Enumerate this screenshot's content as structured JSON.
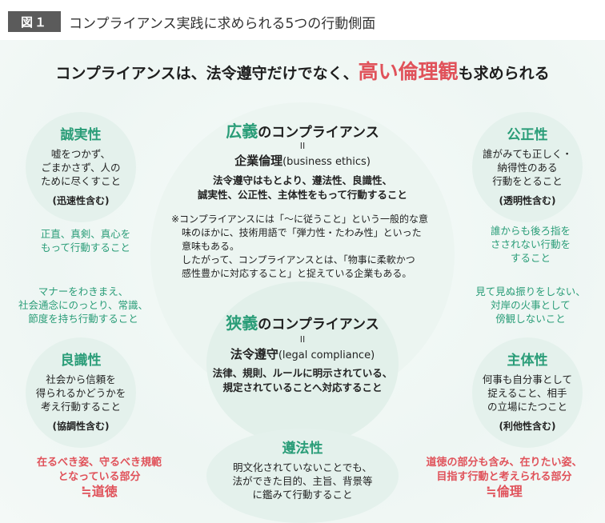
{
  "figure": {
    "label": "図１",
    "title": "コンプライアンス実践に求められる5つの行動側面"
  },
  "headline": {
    "pre": "コンプライアンスは、法令遵守だけでなく、",
    "highlight": "高い倫理観",
    "post": "も求められる"
  },
  "broad": {
    "accent": "広義",
    "title_rest": "のコンプライアンス",
    "equals": "II",
    "term": "企業倫理",
    "term_en": "(business ethics)",
    "desc": [
      "法令遵守はもとより、遵法性、良識性、",
      "誠実性、公正性、主体性をもって行動すること"
    ],
    "note": [
      "※コンプライアンスには「～に従うこと」という一般的な意",
      "味のほかに、技術用語で「弾力性・たわみ性」といった",
      "意味もある。",
      "したがって、コンプライアンスとは、「物事に柔軟かつ",
      "感性豊かに対応すること」と捉えている企業もある。"
    ]
  },
  "narrow": {
    "accent": "狭義",
    "title_rest": "のコンプライアンス",
    "equals": "II",
    "term": "法令遵守",
    "term_en": "(legal compliance)",
    "desc": [
      "法律、規則、ルールに明示されている、",
      "規定されていることへ対応すること"
    ]
  },
  "bubbles": {
    "integrity": {
      "title": "誠実性",
      "body": [
        "嘘をつかず、",
        "ごまかさず、人の",
        "ために尽くすこと"
      ],
      "note": "(迅速性含む)"
    },
    "fairness": {
      "title": "公正性",
      "body": [
        "誰がみても正しく・",
        "納得性のある",
        "行動をとること"
      ],
      "note": "(透明性含む)"
    },
    "goodsense": {
      "title": "良識性",
      "body": [
        "社会から信頼を",
        "得られるかどうかを",
        "考え行動すること"
      ],
      "note": "(協調性含む)"
    },
    "initiative": {
      "title": "主体性",
      "body": [
        "何事も自分事として",
        "捉えること、相手",
        "の立場にたつこと"
      ],
      "note": "(利他性含む)"
    },
    "lawful": {
      "title": "遵法性",
      "body": [
        "明文化されていないことでも、",
        "法ができた目的、主旨、背景等",
        "に鑑みて行動すること"
      ]
    }
  },
  "green_notes": {
    "left1": [
      "正直、真剣、真心を",
      "もって行動すること"
    ],
    "left2": [
      "マナーをわきまえ、",
      "社会通念にのっとり、常識、",
      "節度を持ち行動すること"
    ],
    "right1": [
      "誰からも後ろ指を",
      "さされない行動を",
      "すること"
    ],
    "right2": [
      "見て見ぬ振りをしない、",
      "対岸の火事として",
      "傍観しないこと"
    ]
  },
  "red_notes": {
    "left": [
      "在るべき姿、守るべき規範",
      "となっている部分",
      "≒道徳"
    ],
    "right": [
      "道徳の部分も含み、在りたい姿、",
      "目指す行動と考えられる部分",
      "≒倫理"
    ]
  },
  "colors": {
    "accent_green": "#2a9d78",
    "accent_red": "#e0525a",
    "bubble_fill": "#e4f1ec",
    "label_bg": "#5b5b5b"
  }
}
